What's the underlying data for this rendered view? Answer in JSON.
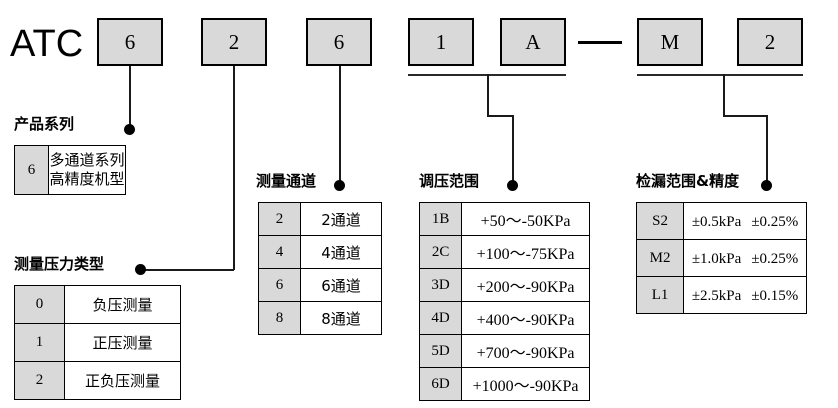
{
  "model": {
    "prefix": "ATC",
    "separator_label": "dash",
    "code_boxes": [
      {
        "value": "6"
      },
      {
        "value": "2"
      },
      {
        "value": "6"
      },
      {
        "value": "1"
      },
      {
        "value": "A"
      },
      {
        "value": "M"
      },
      {
        "value": "2"
      }
    ]
  },
  "sections": {
    "product_series": {
      "heading": "产品系列",
      "rows": [
        {
          "code": "6",
          "line1": "多通道系列",
          "line2": "高精度机型"
        }
      ]
    },
    "pressure_type": {
      "heading": "测量压力类型",
      "rows": [
        {
          "code": "0",
          "desc": "负压测量"
        },
        {
          "code": "1",
          "desc": "正压测量"
        },
        {
          "code": "2",
          "desc": "正负压测量"
        }
      ]
    },
    "measure_channel": {
      "heading": "测量通道",
      "rows": [
        {
          "code": "2",
          "desc": "2通道"
        },
        {
          "code": "4",
          "desc": "4通道"
        },
        {
          "code": "6",
          "desc": "6通道"
        },
        {
          "code": "8",
          "desc": "8通道"
        }
      ]
    },
    "pressure_range": {
      "heading": "调压范围",
      "rows": [
        {
          "code": "1B",
          "desc": "+50～-50KPa"
        },
        {
          "code": "2C",
          "desc": "+100～-75KPa"
        },
        {
          "code": "3D",
          "desc": "+200～-90KPa"
        },
        {
          "code": "4D",
          "desc": "+400～-90KPa"
        },
        {
          "code": "5D",
          "desc": "+700～-90KPa"
        },
        {
          "code": "6D",
          "desc": "+1000～-90KPa"
        }
      ]
    },
    "leak_range_accuracy": {
      "heading": "检漏范围&精度",
      "rows": [
        {
          "code": "S2",
          "range": "±0.5kPa",
          "accuracy": "±0.25%"
        },
        {
          "code": "M2",
          "range": "±1.0kPa",
          "accuracy": "±0.25%"
        },
        {
          "code": "L1",
          "range": "±2.5kPa",
          "accuracy": "±0.15%"
        }
      ]
    }
  },
  "colors": {
    "box_fill": "#d9d9d9",
    "box_border": "#000000",
    "line": "#1a1a1a",
    "page_bg": "#ffffff"
  }
}
